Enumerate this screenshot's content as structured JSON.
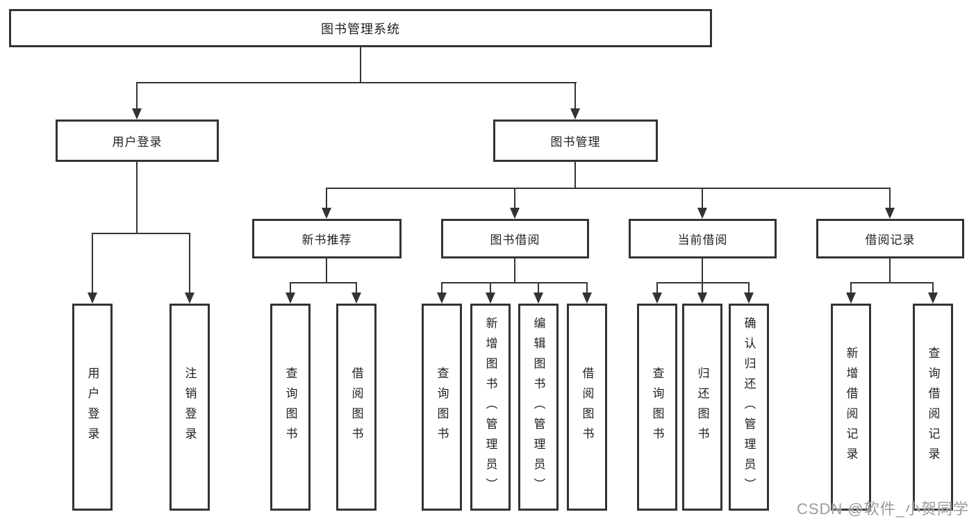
{
  "diagram": {
    "root": {
      "label": "图书管理系统"
    },
    "level1": [
      {
        "label": "用户登录",
        "children": [
          {
            "label": "用户登录"
          },
          {
            "label": "注销登录"
          }
        ]
      },
      {
        "label": "图书管理",
        "children": [
          {
            "label": "新书推荐",
            "children": [
              {
                "label": "查询图书"
              },
              {
                "label": "借阅图书"
              }
            ]
          },
          {
            "label": "图书借阅",
            "children": [
              {
                "label": "查询图书"
              },
              {
                "label": "新增图书（管理员）"
              },
              {
                "label": "编辑图书（管理员）"
              },
              {
                "label": "借阅图书"
              }
            ]
          },
          {
            "label": "当前借阅",
            "children": [
              {
                "label": "查询图书"
              },
              {
                "label": "归还图书"
              },
              {
                "label": "确认归还（管理员）"
              }
            ]
          },
          {
            "label": "借阅记录",
            "children": [
              {
                "label": "新增借阅记录"
              },
              {
                "label": "查询借阅记录"
              }
            ]
          }
        ]
      }
    ]
  },
  "watermark": {
    "text": "CSDN @软件_小贺同学"
  },
  "colors": {
    "line": "#333333",
    "box_border": "#333333",
    "box_fill": "#ffffff",
    "text": "#1f1f1f",
    "watermark": "#9b9b9b",
    "background": "#ffffff"
  }
}
